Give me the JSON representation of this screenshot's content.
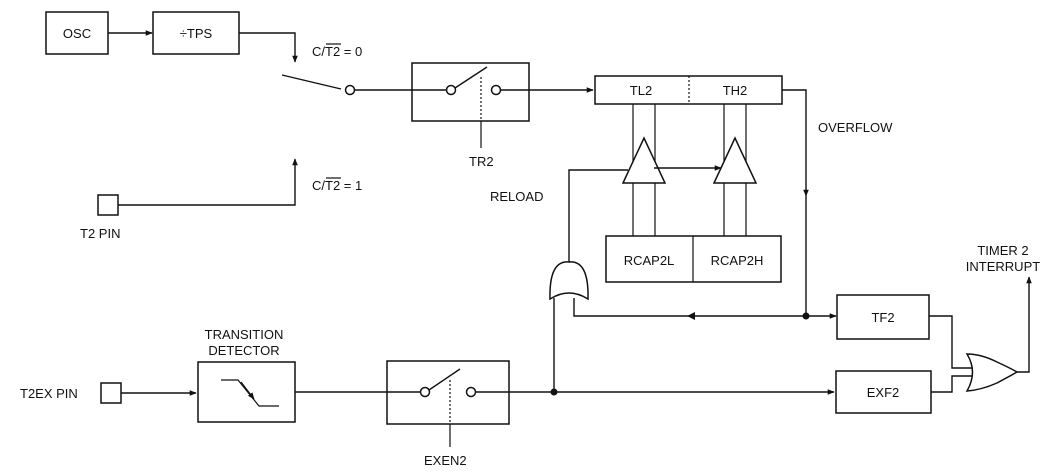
{
  "blocks": {
    "osc": "OSC",
    "tps": "÷TPS",
    "tl2": "TL2",
    "th2": "TH2",
    "rcap2l": "RCAP2L",
    "rcap2h": "RCAP2H",
    "tf2": "TF2",
    "exf2": "EXF2"
  },
  "labels": {
    "ct2_zero_prefix": "C/",
    "ct2_zero_bar": "T2",
    "ct2_zero_suffix": " = 0",
    "ct2_one_prefix": "C/",
    "ct2_one_bar": "T2",
    "ct2_one_suffix": " = 1",
    "tr2": "TR2",
    "overflow": "OVERFLOW",
    "reload": "RELOAD",
    "t2_pin": "T2  PIN",
    "t2ex_pin": "T2EX  PIN",
    "transition_line1": "TRANSITION",
    "transition_line2": "DETECTOR",
    "exen2": "EXEN2",
    "timer2_line1": "TIMER  2",
    "timer2_line2": "INTERRUPT"
  }
}
